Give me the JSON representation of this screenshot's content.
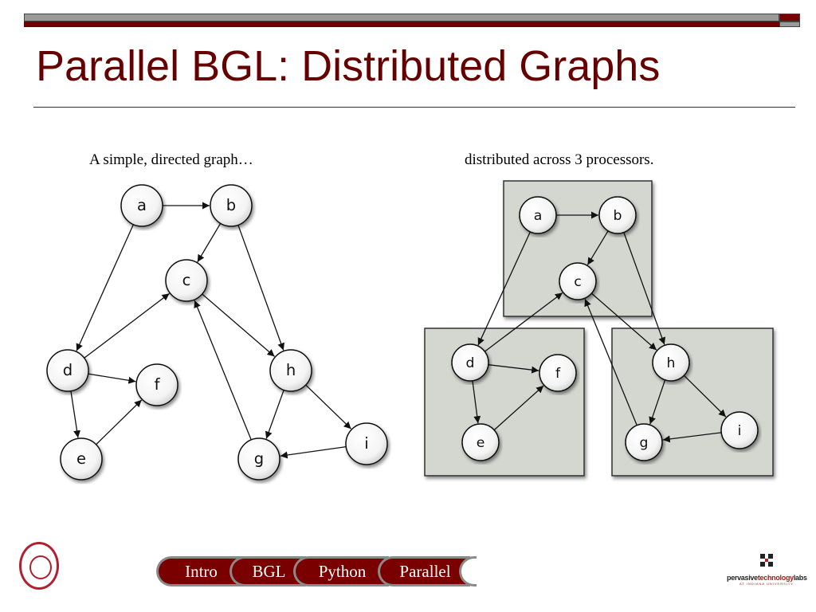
{
  "slide": {
    "title": "Parallel BGL: Distributed Graphs",
    "left_caption": "A simple, directed graph…",
    "right_caption": "distributed across 3 processors."
  },
  "graph": {
    "nodes": [
      "a",
      "b",
      "c",
      "d",
      "e",
      "f",
      "g",
      "h",
      "i"
    ],
    "edges": [
      [
        "a",
        "b"
      ],
      [
        "b",
        "c"
      ],
      [
        "a",
        "d"
      ],
      [
        "b",
        "h"
      ],
      [
        "d",
        "c"
      ],
      [
        "c",
        "h"
      ],
      [
        "d",
        "f"
      ],
      [
        "d",
        "e"
      ],
      [
        "e",
        "f"
      ],
      [
        "h",
        "g"
      ],
      [
        "h",
        "i"
      ],
      [
        "i",
        "g"
      ],
      [
        "g",
        "c"
      ]
    ],
    "partitions": [
      [
        "a",
        "b",
        "c"
      ],
      [
        "d",
        "e",
        "f"
      ],
      [
        "g",
        "h",
        "i"
      ]
    ]
  },
  "nav": {
    "tabs": [
      "Intro",
      "BGL",
      "Python",
      "Parallel"
    ]
  },
  "logos": {
    "seal": "Indiana University seal",
    "lab_name_a": "pervasive",
    "lab_name_b": "technology",
    "lab_name_c": "labs",
    "lab_sub": "AT INDIANA UNIVERSITY"
  },
  "colors": {
    "accent": "#660000",
    "panel": "#d4d6d0"
  }
}
